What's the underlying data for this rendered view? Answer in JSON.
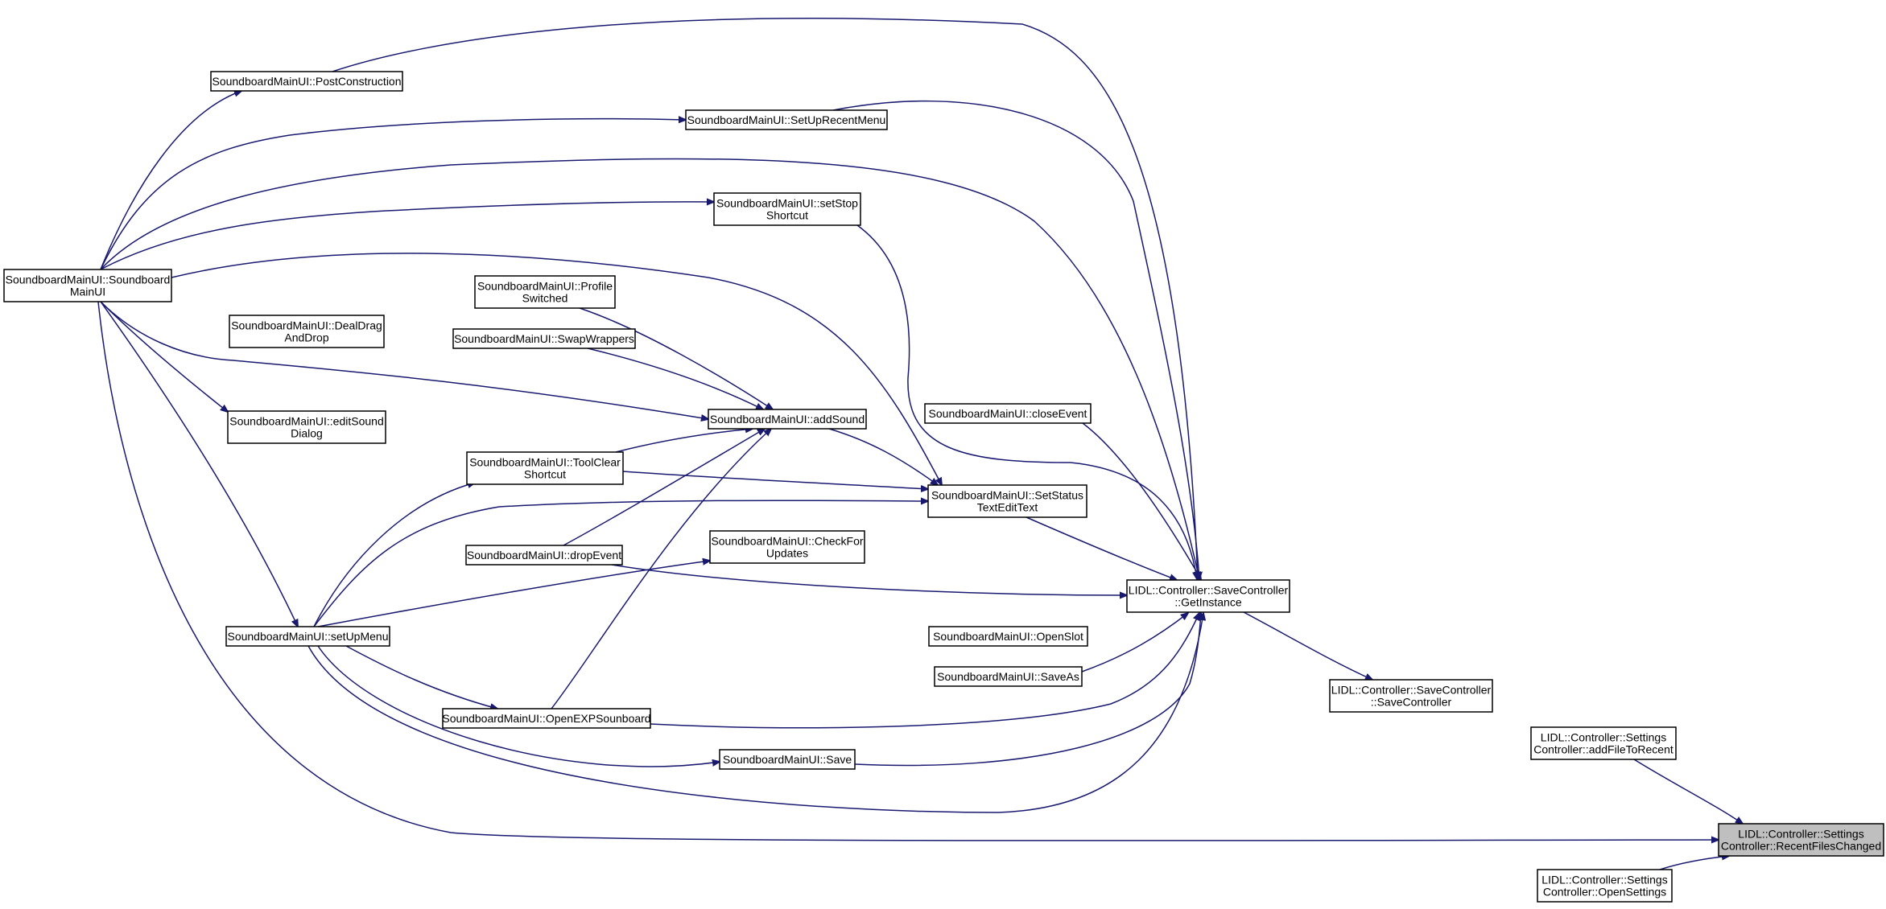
{
  "graph": {
    "edge_color": "#191970",
    "highlight_fill": "#bfbfbf",
    "nodes": [
      {
        "id": "n0",
        "lines": [
          "SoundboardMainUI::PostConstruction"
        ]
      },
      {
        "id": "n1",
        "lines": [
          "SoundboardMainUI::SetUpRecentMenu"
        ]
      },
      {
        "id": "n2",
        "lines": [
          "SoundboardMainUI::setStop",
          "Shortcut"
        ]
      },
      {
        "id": "n3",
        "lines": [
          "SoundboardMainUI::Soundboard",
          "MainUI"
        ]
      },
      {
        "id": "n4",
        "lines": [
          "SoundboardMainUI::Profile",
          "Switched"
        ]
      },
      {
        "id": "n5",
        "lines": [
          "SoundboardMainUI::DealDrag",
          "AndDrop"
        ]
      },
      {
        "id": "n6",
        "lines": [
          "SoundboardMainUI::SwapWrappers"
        ]
      },
      {
        "id": "n7",
        "lines": [
          "SoundboardMainUI::closeEvent"
        ]
      },
      {
        "id": "n8",
        "lines": [
          "SoundboardMainUI::editSound",
          "Dialog"
        ]
      },
      {
        "id": "n9",
        "lines": [
          "SoundboardMainUI::addSound"
        ]
      },
      {
        "id": "n10",
        "lines": [
          "SoundboardMainUI::ToolClear",
          "Shortcut"
        ]
      },
      {
        "id": "n11",
        "lines": [
          "SoundboardMainUI::SetStatus",
          "TextEditText"
        ]
      },
      {
        "id": "n12",
        "lines": [
          "SoundboardMainUI::CheckFor",
          "Updates"
        ]
      },
      {
        "id": "n13",
        "lines": [
          "SoundboardMainUI::dropEvent"
        ]
      },
      {
        "id": "n14",
        "lines": [
          "LIDL::Controller::SaveController",
          "::GetInstance"
        ]
      },
      {
        "id": "n15",
        "lines": [
          "SoundboardMainUI::setUpMenu"
        ]
      },
      {
        "id": "n16",
        "lines": [
          "SoundboardMainUI::OpenSlot"
        ]
      },
      {
        "id": "n17",
        "lines": [
          "SoundboardMainUI::SaveAs"
        ]
      },
      {
        "id": "n18",
        "lines": [
          "LIDL::Controller::SaveController",
          "::SaveController"
        ]
      },
      {
        "id": "n19",
        "lines": [
          "SoundboardMainUI::OpenEXPSounboard"
        ]
      },
      {
        "id": "n20",
        "lines": [
          "LIDL::Controller::Settings",
          "Controller::addFileToRecent"
        ]
      },
      {
        "id": "n21",
        "lines": [
          "SoundboardMainUI::Save"
        ]
      },
      {
        "id": "n22",
        "lines": [
          "LIDL::Controller::Settings",
          "Controller::RecentFilesChanged"
        ],
        "highlight": true
      },
      {
        "id": "n23",
        "lines": [
          "LIDL::Controller::Settings",
          "Controller::OpenSettings"
        ]
      }
    ]
  }
}
